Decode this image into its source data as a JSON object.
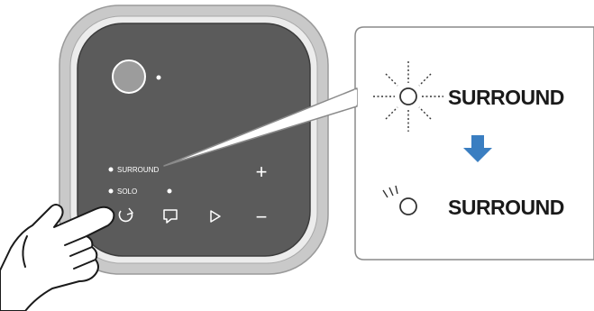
{
  "panel": {
    "surround_label": "SURROUND",
    "solo_label": "SOLO",
    "plus_symbol": "+",
    "minus_symbol": "−"
  },
  "callout": {
    "top_label": "SURROUND",
    "bottom_label": "SURROUND",
    "arrow_color": "#3a7ec1"
  },
  "icons": {
    "power": "power-button-icon",
    "mode": "mode-cycle-icon",
    "voice": "speech-bubble-icon",
    "play": "play-icon"
  }
}
